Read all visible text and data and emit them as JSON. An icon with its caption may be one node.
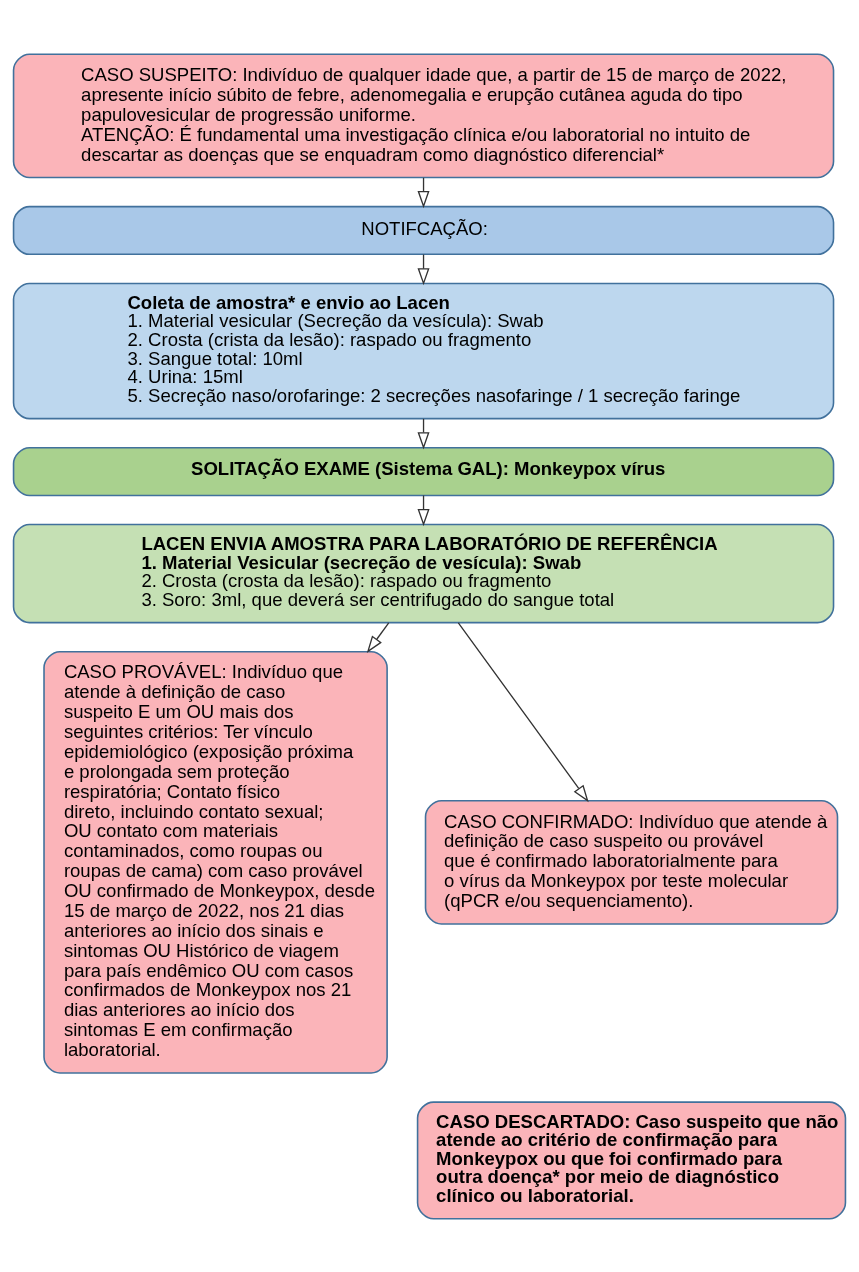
{
  "diagram": {
    "nodes": [
      {
        "text": [
          "CASO SUSPEITO: Indivíduo de qualquer idade que, a partir de 15 de março de 2022, apresente início súbito de febre, adenomegalia e erupção cutânea aguda do tipo papulovesicular de progressão uniforme.",
          "ATENÇÃO: É fundamental uma investigação clínica e/ou laboratorial no intuito de descartar as doenças que se enquadram como diagnóstico diferencial*"
        ]
      },
      {
        "text": [
          "NOTIFCAÇÃO:"
        ]
      },
      {
        "text": [
          "Coleta de amostra* e envio ao Lacen",
          "1. Material vesicular (Secreção da vesícula): Swab",
          "2. Crosta (crista da lesão): raspado ou fragmento",
          "3. Sangue total: 10ml",
          "4. Urina: 15ml",
          "5. Secreção naso/orofaringe: 2 secreções nasofaringe / 1 secreção faringe"
        ]
      },
      {
        "text": [
          "SOLITAÇÃO EXAME (Sistema GAL): Monkeypox vírus"
        ]
      },
      {
        "text": [
          "LACEN ENVIA AMOSTRA PARA LABORATÓRIO DE REFERÊNCIA",
          "1. Material Vesicular (secreção de vesícula): Swab",
          "2. Crosta (crosta da lesão): raspado ou fragmento",
          "3. Soro: 3ml, que deverá ser centrifugado do sangue total"
        ]
      },
      {
        "text": [
          "CASO PROVÁVEL: Indivíduo que atende à definição de caso suspeito E um OU mais dos seguintes critérios: Ter vínculo epidemiológico (exposição próxima e prolongada sem proteção respiratória; Contato físico direto, incluindo contato sexual; OU contato com materiais contaminados, como roupas ou roupas de cama) com caso provável OU confirmado de Monkeypox, desde 15 de março de 2022, nos 21 dias anteriores ao início dos sinais e sintomas OU Histórico de viagem para país endêmico OU com casos confirmados de Monkeypox nos 21 dias anteriores ao início dos sintomas E em confirmação laboratorial."
        ]
      },
      {
        "text": [
          "CASO CONFIRMADO: Indivíduo que atende à definição de caso suspeito ou provável que é confirmado laboratorialmente para o vírus da Monkeypox por teste molecular (qPCR e/ou sequenciamento)."
        ]
      },
      {
        "text": [
          "CASO DESCARTADO: Caso suspeito que não atende ao critério de confirmação para Monkeypox ou que foi confirmado para outra doença* por meio de diagnóstico clínico ou laboratorial."
        ]
      }
    ],
    "edges": [
      {
        "from": 0,
        "to": 1,
        "arrow": "to"
      },
      {
        "from": 1,
        "to": 2,
        "arrow": "to"
      },
      {
        "from": 2,
        "to": 3,
        "arrow": "to"
      },
      {
        "from": 3,
        "to": 4,
        "arrow": "to"
      },
      {
        "from": 4,
        "to": 5,
        "arrow": "to"
      },
      {
        "from": 4,
        "to": 6,
        "arrow": "to"
      }
    ]
  }
}
